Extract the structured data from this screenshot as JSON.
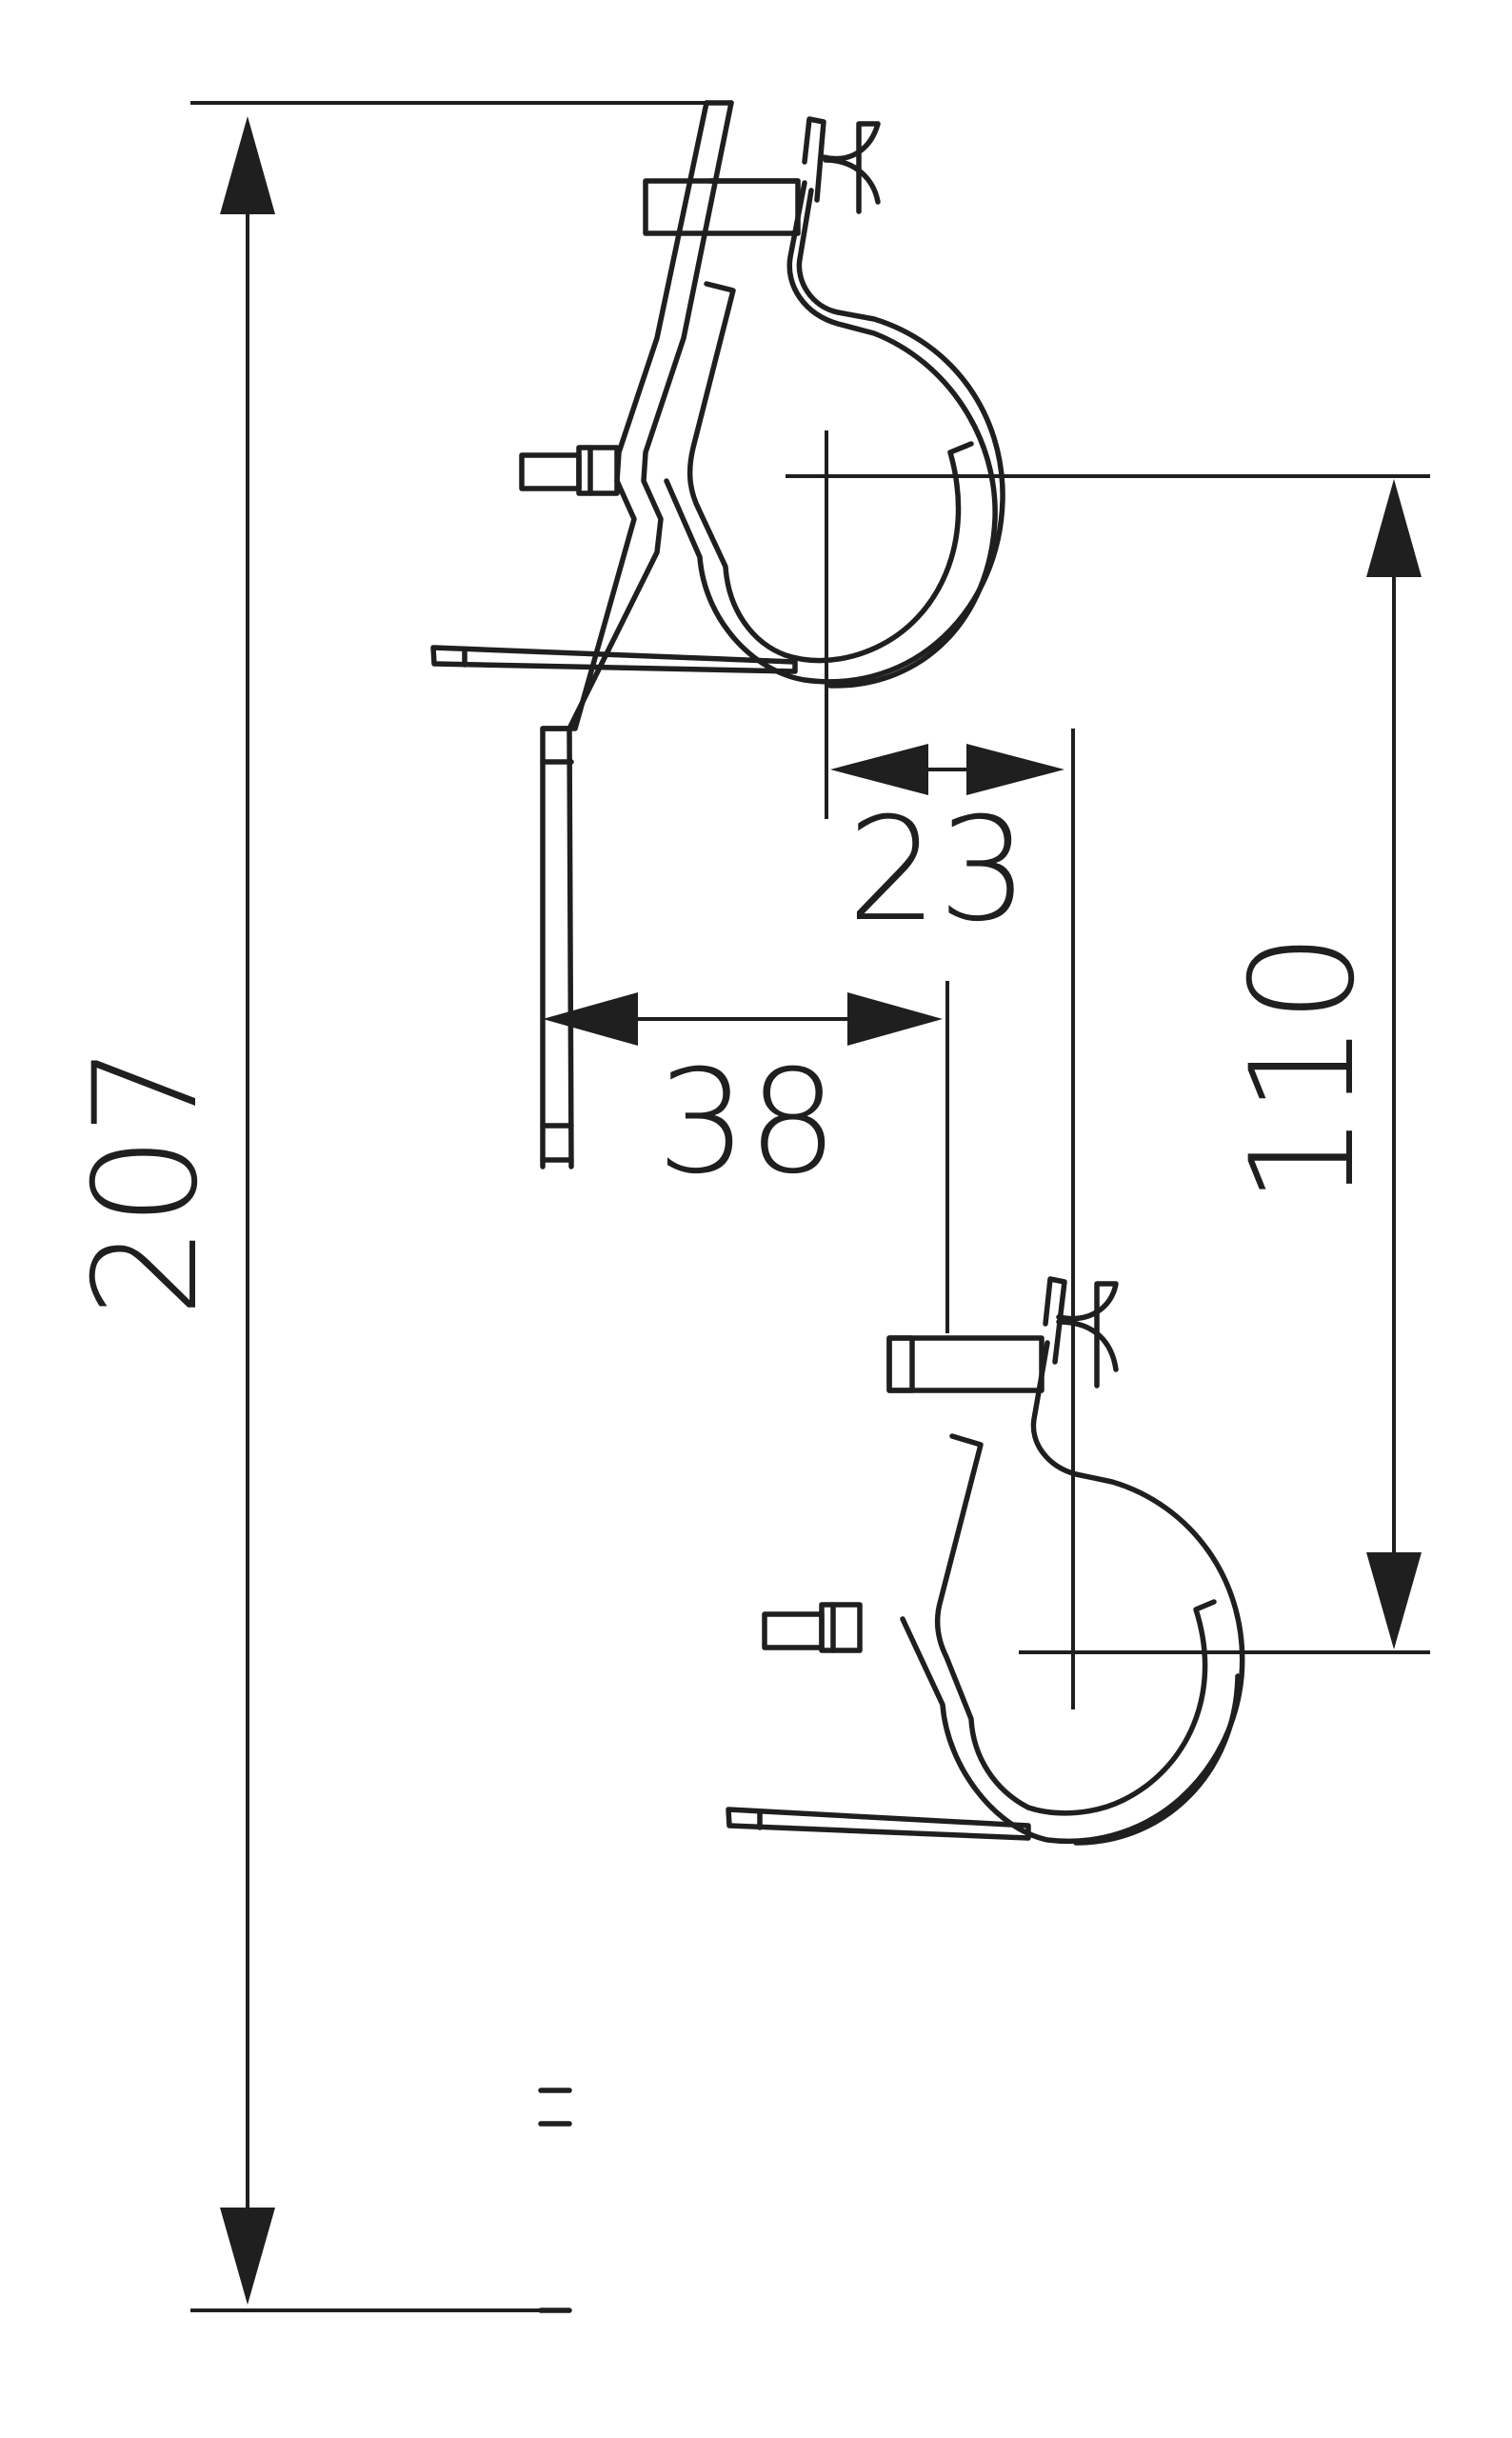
{
  "dimensions": {
    "overall_height": "207",
    "clamp_spacing": "110",
    "pipe_offset": "23",
    "wall_offset": "38"
  }
}
